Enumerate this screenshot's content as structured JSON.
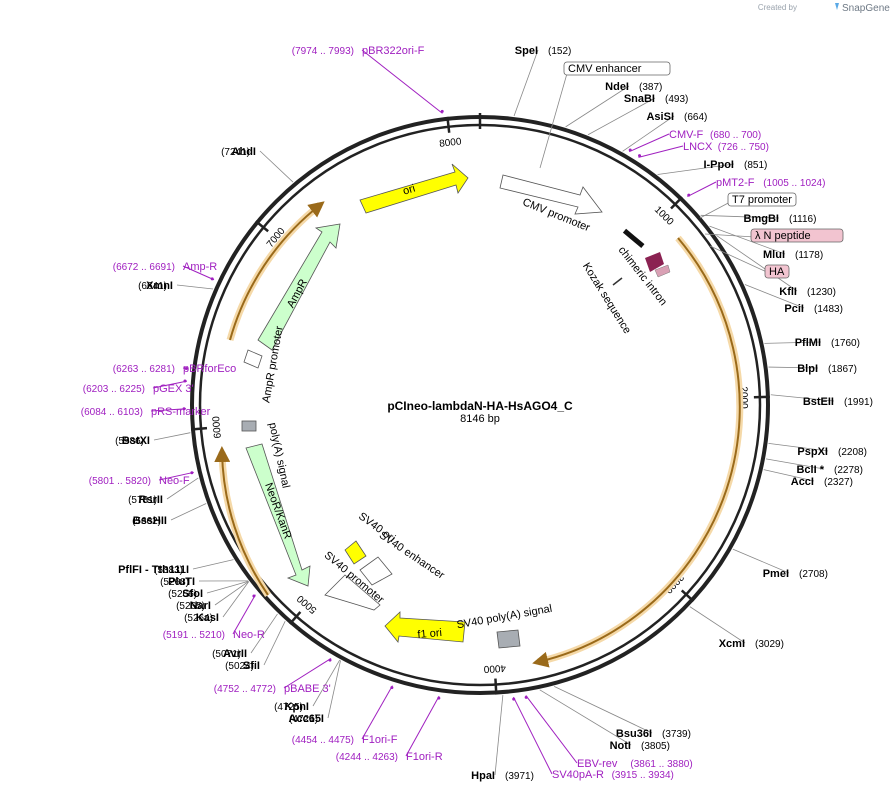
{
  "header": {
    "created_by": "Created by",
    "brand": "SnapGene"
  },
  "plasmid": {
    "name": "pCIneo-lambdaN-HA-HsAGO4_C",
    "length_label": "8146 bp",
    "length": 8146
  },
  "ticks": [
    "1000",
    "2000",
    "3000",
    "4000",
    "5000",
    "6000",
    "7000",
    "8000"
  ],
  "restriction_sites": [
    {
      "name": "SpeI",
      "pos": "(152)"
    },
    {
      "name": "NdeI",
      "pos": "(387)"
    },
    {
      "name": "SnaBI",
      "pos": "(493)"
    },
    {
      "name": "AsiSI",
      "pos": "(664)"
    },
    {
      "name": "I-PpoI",
      "pos": "(851)"
    },
    {
      "name": "BmgBI",
      "pos": "(1116)"
    },
    {
      "name": "MluI",
      "pos": "(1178)"
    },
    {
      "name": "KflI",
      "pos": "(1230)"
    },
    {
      "name": "PciI",
      "pos": "(1483)"
    },
    {
      "name": "PflMI",
      "pos": "(1760)"
    },
    {
      "name": "BlpI",
      "pos": "(1867)"
    },
    {
      "name": "BstEII",
      "pos": "(1991)"
    },
    {
      "name": "PspXI",
      "pos": "(2208)"
    },
    {
      "name": "BclI *",
      "pos": "(2278)"
    },
    {
      "name": "AccI",
      "pos": "(2327)"
    },
    {
      "name": "PmeI",
      "pos": "(2708)"
    },
    {
      "name": "XcmI",
      "pos": "(3029)"
    },
    {
      "name": "Bsu36I",
      "pos": "(3739)"
    },
    {
      "name": "NotI",
      "pos": "(3805)"
    },
    {
      "name": "HpaI",
      "pos": "(3971)"
    },
    {
      "name": "Acc65I",
      "pos": "(4721)"
    },
    {
      "name": "KpnI",
      "pos": "(4725)"
    },
    {
      "name": "SfiI",
      "pos": "(5024)"
    },
    {
      "name": "AvrII",
      "pos": "(5071)"
    },
    {
      "name": "KasI",
      "pos": "(5264)"
    },
    {
      "name": "NarI",
      "pos": "(5265)"
    },
    {
      "name": "SfoI",
      "pos": "(5266)"
    },
    {
      "name": "PluTI",
      "pos": "(5268)"
    },
    {
      "name": "PflFI - Tth111I",
      "pos": "(5383)"
    },
    {
      "name": "BssHII",
      "pos": "(5662)"
    },
    {
      "name": "RsrII",
      "pos": "(5781)"
    },
    {
      "name": "BstXI",
      "pos": "(5986)"
    },
    {
      "name": "XmnI",
      "pos": "(6641)"
    },
    {
      "name": "AhdI",
      "pos": "(7241)"
    }
  ],
  "primers": [
    {
      "name": "pBR322ori-F",
      "pos": "(7974 .. 7993)"
    },
    {
      "name": "CMV-F",
      "pos": "(680 .. 700)"
    },
    {
      "name": "LNCX",
      "pos": "(726 .. 750)"
    },
    {
      "name": "pMT2-F",
      "pos": "(1005 .. 1024)"
    },
    {
      "name": "Amp-R",
      "pos": "(6672 .. 6691)"
    },
    {
      "name": "pBRforEco",
      "pos": "(6263 .. 6281)"
    },
    {
      "name": "pGEX 3'",
      "pos": "(6203 .. 6225)"
    },
    {
      "name": "pRS-marker",
      "pos": "(6084 .. 6103)"
    },
    {
      "name": "Neo-F",
      "pos": "(5801 .. 5820)"
    },
    {
      "name": "Neo-R",
      "pos": "(5191 .. 5210)"
    },
    {
      "name": "pBABE 3'",
      "pos": "(4752 .. 4772)"
    },
    {
      "name": "F1ori-F",
      "pos": "(4454 .. 4475)"
    },
    {
      "name": "F1ori-R",
      "pos": "(4244 .. 4263)"
    },
    {
      "name": "EBV-rev",
      "pos": "(3861 .. 3880)"
    },
    {
      "name": "SV40pA-R",
      "pos": "(3915 .. 3934)"
    }
  ],
  "boxed_features": [
    {
      "name": "CMV enhancer"
    },
    {
      "name": "T7 promoter"
    },
    {
      "name": "λ N peptide"
    },
    {
      "name": "HA"
    }
  ],
  "feature_labels": {
    "ori": "ori",
    "cmv_promoter": "CMV promoter",
    "chimeric_intron": "chimeric intron",
    "kozak": "Kozak sequence",
    "ampr": "AmpR",
    "ampr_promoter": "AmpR promoter",
    "polya": "poly(A) signal",
    "neor": "NeoR/KanR",
    "sv40_ori": "SV40 ori",
    "sv40_enhancer": "SV40 enhancer",
    "sv40_promoter": "SV40 promoter",
    "f1_ori": "f1 ori",
    "sv40_polya": "SV40 poly(A) signal"
  },
  "colors": {
    "primer": "#a020c0",
    "orf": "#f5c77e",
    "orf_dark": "#9a6a1a",
    "ori": "#ffff00",
    "ampr": "#ccffcc",
    "boxed_fill": "#f2c4d0",
    "backbone": "#222222"
  }
}
